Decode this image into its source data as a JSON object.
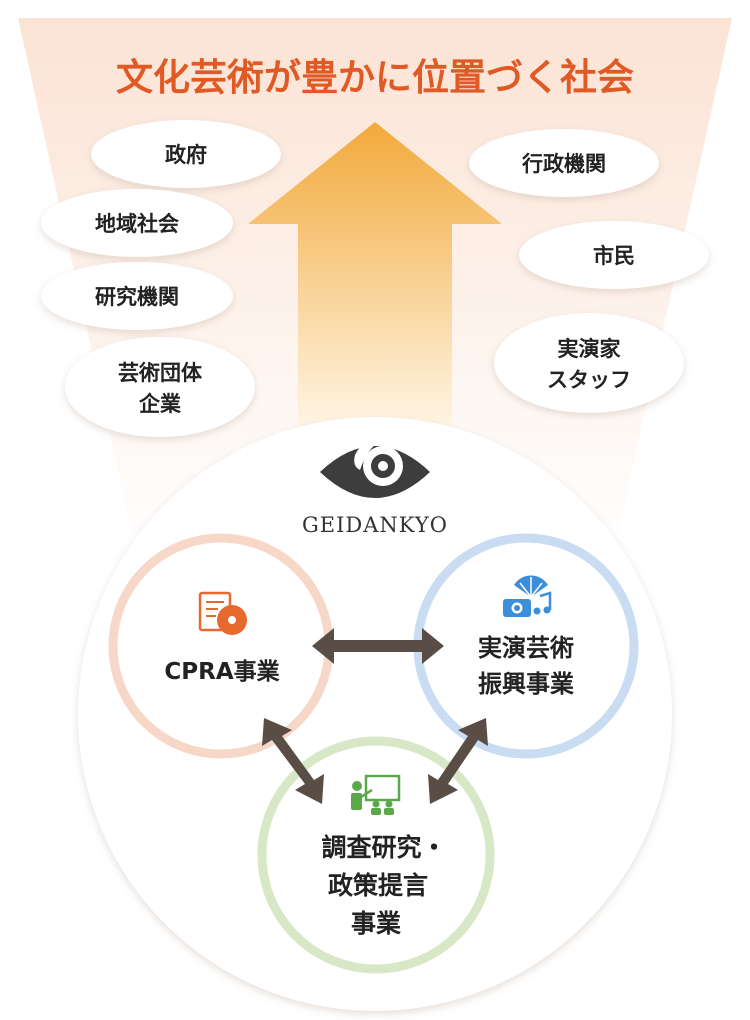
{
  "title": "文化芸術が豊かに位置づく社会",
  "left_ellipses": [
    {
      "label": "政府"
    },
    {
      "label": "地域社会"
    },
    {
      "label": "研究機関"
    },
    {
      "lines": [
        "芸術団体",
        "企業"
      ]
    }
  ],
  "right_ellipses": [
    {
      "label": "行政機関"
    },
    {
      "label": "市民"
    },
    {
      "lines": [
        "実演家",
        "スタッフ"
      ]
    }
  ],
  "logo": {
    "text": "GEIDANKYO"
  },
  "circles": {
    "cpra": {
      "label": "CPRA事業",
      "icon": "cd-document-icon"
    },
    "performing_arts": {
      "lines": [
        "実演芸術",
        "振興事業"
      ],
      "icon": "fan-camera-music-icon"
    },
    "research": {
      "lines": [
        "調査研究・",
        "政策提言",
        "事業"
      ],
      "icon": "presentation-icon"
    }
  },
  "colors": {
    "title": "#e05a26",
    "cpra_ring": "#f7d8c8",
    "performing_ring": "#c9dcf2",
    "research_ring": "#d8e8c6",
    "arrow": "#5a4d46",
    "up_arrow_top": "#f2a93b",
    "up_arrow_bottom": "#fff1d6",
    "icon_orange": "#e8692f",
    "icon_blue": "#3a8fd8",
    "icon_green": "#5aa84a"
  }
}
